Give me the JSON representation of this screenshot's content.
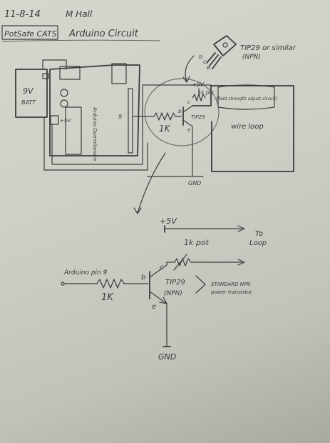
{
  "header": {
    "date": "11-8-14",
    "author": "M Hall",
    "team": "PotSafe CATS",
    "title": "Arduino Circuit"
  },
  "breadboard": {
    "battery_voltage": "9V",
    "battery_label": "BATT",
    "board_name": "Arduino Duemilanove",
    "supply_label": "+5V",
    "pin_label": "9",
    "resistor_label": "1K",
    "transistor_label": "TIP29",
    "base_label": "b",
    "collector_label": "c",
    "emitter_label": "e",
    "pot_label": "1k pot",
    "field_note": "(field strength adjust circuit)",
    "plus5_label": "+5V",
    "loop_label": "wire loop",
    "gnd_label": "GND"
  },
  "part_callout": {
    "part_name": "TIP29 or similar",
    "part_type": "(NPN)",
    "pin_letters": [
      "b",
      "c",
      "e"
    ]
  },
  "schematic": {
    "supply_label": "+5V",
    "to_loop_label": "To Loop",
    "pot_label": "1k pot",
    "input_label": "Arduino pin 9",
    "resistor_label": "1K",
    "base_label": "b",
    "collector_label": "c",
    "emitter_label": "e",
    "transistor_name": "TIP29",
    "transistor_type": "(NPN)",
    "note_line1": "STANDARD NPN",
    "note_line2": "power transistor",
    "gnd_label": "GND"
  }
}
